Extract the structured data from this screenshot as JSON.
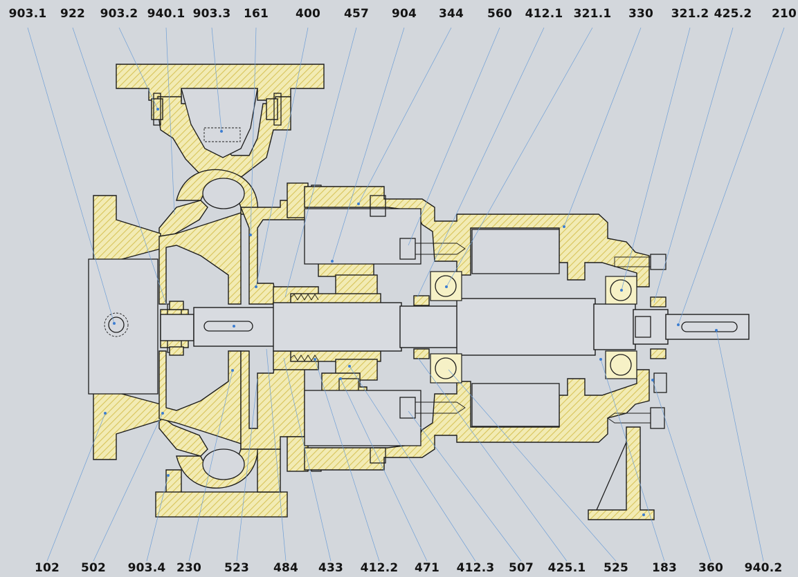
{
  "top_labels": [
    "903.1",
    "922",
    "903.2",
    "940.1",
    "903.3",
    "161",
    "400",
    "457",
    "904",
    "344",
    "560",
    "412.1",
    "321.1",
    "330",
    "321.2",
    "425.2",
    "210"
  ],
  "bottom_labels": [
    "102",
    "502",
    "903.4",
    "230",
    "523",
    "484",
    "433",
    "412.2",
    "471",
    "412.3",
    "507",
    "425.1",
    "525",
    "183",
    "360",
    "940.2"
  ],
  "colors": {
    "background": "#d3d7dc",
    "hatch": "#e9dc7c",
    "leader": "#6f9fd6",
    "outline": "#1c1c1c"
  }
}
